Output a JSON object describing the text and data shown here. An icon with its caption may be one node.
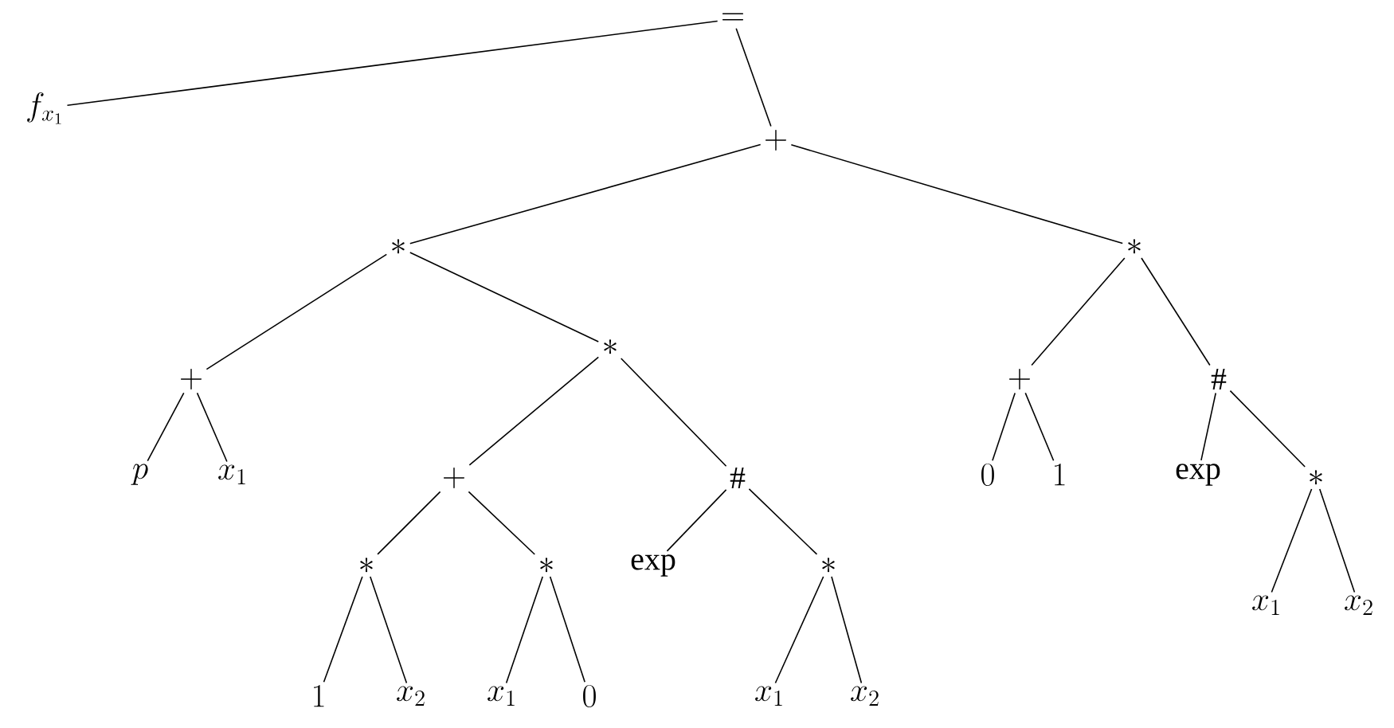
{
  "diagram": {
    "nodes": [
      {
        "text": [
          "="
        ]
      },
      {
        "text": [
          "f_{x_1}"
        ]
      },
      {
        "text": [
          "+"
        ]
      },
      {
        "text": [
          "*"
        ]
      },
      {
        "text": [
          "*"
        ]
      },
      {
        "text": [
          "+"
        ]
      },
      {
        "text": [
          "*"
        ]
      },
      {
        "text": [
          "+"
        ]
      },
      {
        "text": [
          "\\#"
        ]
      },
      {
        "text": [
          "p"
        ]
      },
      {
        "text": [
          "x_1"
        ]
      },
      {
        "text": [
          "+"
        ]
      },
      {
        "text": [
          "\\#"
        ]
      },
      {
        "text": [
          "0"
        ]
      },
      {
        "text": [
          "1"
        ]
      },
      {
        "text": [
          "\\exp"
        ]
      },
      {
        "text": [
          "*"
        ]
      },
      {
        "text": [
          "*"
        ]
      },
      {
        "text": [
          "*"
        ]
      },
      {
        "text": [
          "\\exp"
        ]
      },
      {
        "text": [
          "*"
        ]
      },
      {
        "text": [
          "x_1"
        ]
      },
      {
        "text": [
          "x_2"
        ]
      },
      {
        "text": [
          "1"
        ]
      },
      {
        "text": [
          "x_2"
        ]
      },
      {
        "text": [
          "x_1"
        ]
      },
      {
        "text": [
          "0"
        ]
      },
      {
        "text": [
          "x_1"
        ]
      },
      {
        "text": [
          "x_2"
        ]
      }
    ],
    "edges": [
      {
        "from": 0,
        "to": 1,
        "arrow": "none"
      },
      {
        "from": 0,
        "to": 2,
        "arrow": "none"
      },
      {
        "from": 2,
        "to": 3,
        "arrow": "none"
      },
      {
        "from": 2,
        "to": 4,
        "arrow": "none"
      },
      {
        "from": 3,
        "to": 5,
        "arrow": "none"
      },
      {
        "from": 3,
        "to": 6,
        "arrow": "none"
      },
      {
        "from": 4,
        "to": 7,
        "arrow": "none"
      },
      {
        "from": 4,
        "to": 8,
        "arrow": "none"
      },
      {
        "from": 5,
        "to": 9,
        "arrow": "none"
      },
      {
        "from": 5,
        "to": 10,
        "arrow": "none"
      },
      {
        "from": 6,
        "to": 11,
        "arrow": "none"
      },
      {
        "from": 6,
        "to": 12,
        "arrow": "none"
      },
      {
        "from": 7,
        "to": 13,
        "arrow": "none"
      },
      {
        "from": 7,
        "to": 14,
        "arrow": "none"
      },
      {
        "from": 8,
        "to": 15,
        "arrow": "none"
      },
      {
        "from": 8,
        "to": 16,
        "arrow": "none"
      },
      {
        "from": 11,
        "to": 17,
        "arrow": "none"
      },
      {
        "from": 11,
        "to": 18,
        "arrow": "none"
      },
      {
        "from": 12,
        "to": 19,
        "arrow": "none"
      },
      {
        "from": 12,
        "to": 20,
        "arrow": "none"
      },
      {
        "from": 16,
        "to": 21,
        "arrow": "none"
      },
      {
        "from": 16,
        "to": 22,
        "arrow": "none"
      },
      {
        "from": 17,
        "to": 23,
        "arrow": "none"
      },
      {
        "from": 17,
        "to": 24,
        "arrow": "none"
      },
      {
        "from": 18,
        "to": 25,
        "arrow": "none"
      },
      {
        "from": 18,
        "to": 26,
        "arrow": "none"
      },
      {
        "from": 20,
        "to": 27,
        "arrow": "none"
      },
      {
        "from": 20,
        "to": 28,
        "arrow": "none"
      }
    ]
  }
}
